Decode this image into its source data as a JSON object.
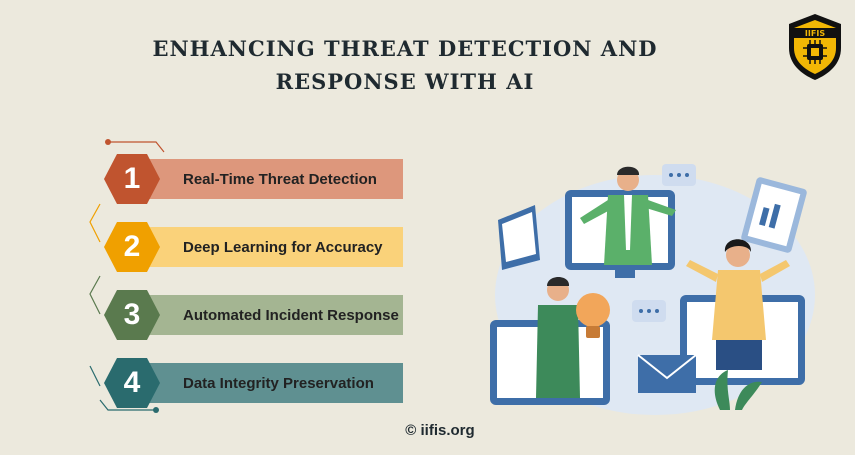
{
  "title_line1": "ENHANCING THREAT DETECTION AND",
  "title_line2": "RESPONSE WITH AI",
  "logo": {
    "text": "IIFIS",
    "icon": "shield-chip-icon"
  },
  "steps": [
    {
      "number": "1",
      "label": "Real-Time Threat Detection",
      "hex_color": "#c0542f",
      "bar_color": "#dd977c"
    },
    {
      "number": "2",
      "label": "Deep Learning for Accuracy",
      "hex_color": "#f0a000",
      "bar_color": "#fad27a"
    },
    {
      "number": "3",
      "label": "Automated Incident Response",
      "hex_color": "#5a7a4e",
      "bar_color": "#a4b592"
    },
    {
      "number": "4",
      "label": "Data Integrity Preservation",
      "hex_color": "#2a6b6e",
      "bar_color": "#5f9091"
    }
  ],
  "footer": "© iifis.org"
}
